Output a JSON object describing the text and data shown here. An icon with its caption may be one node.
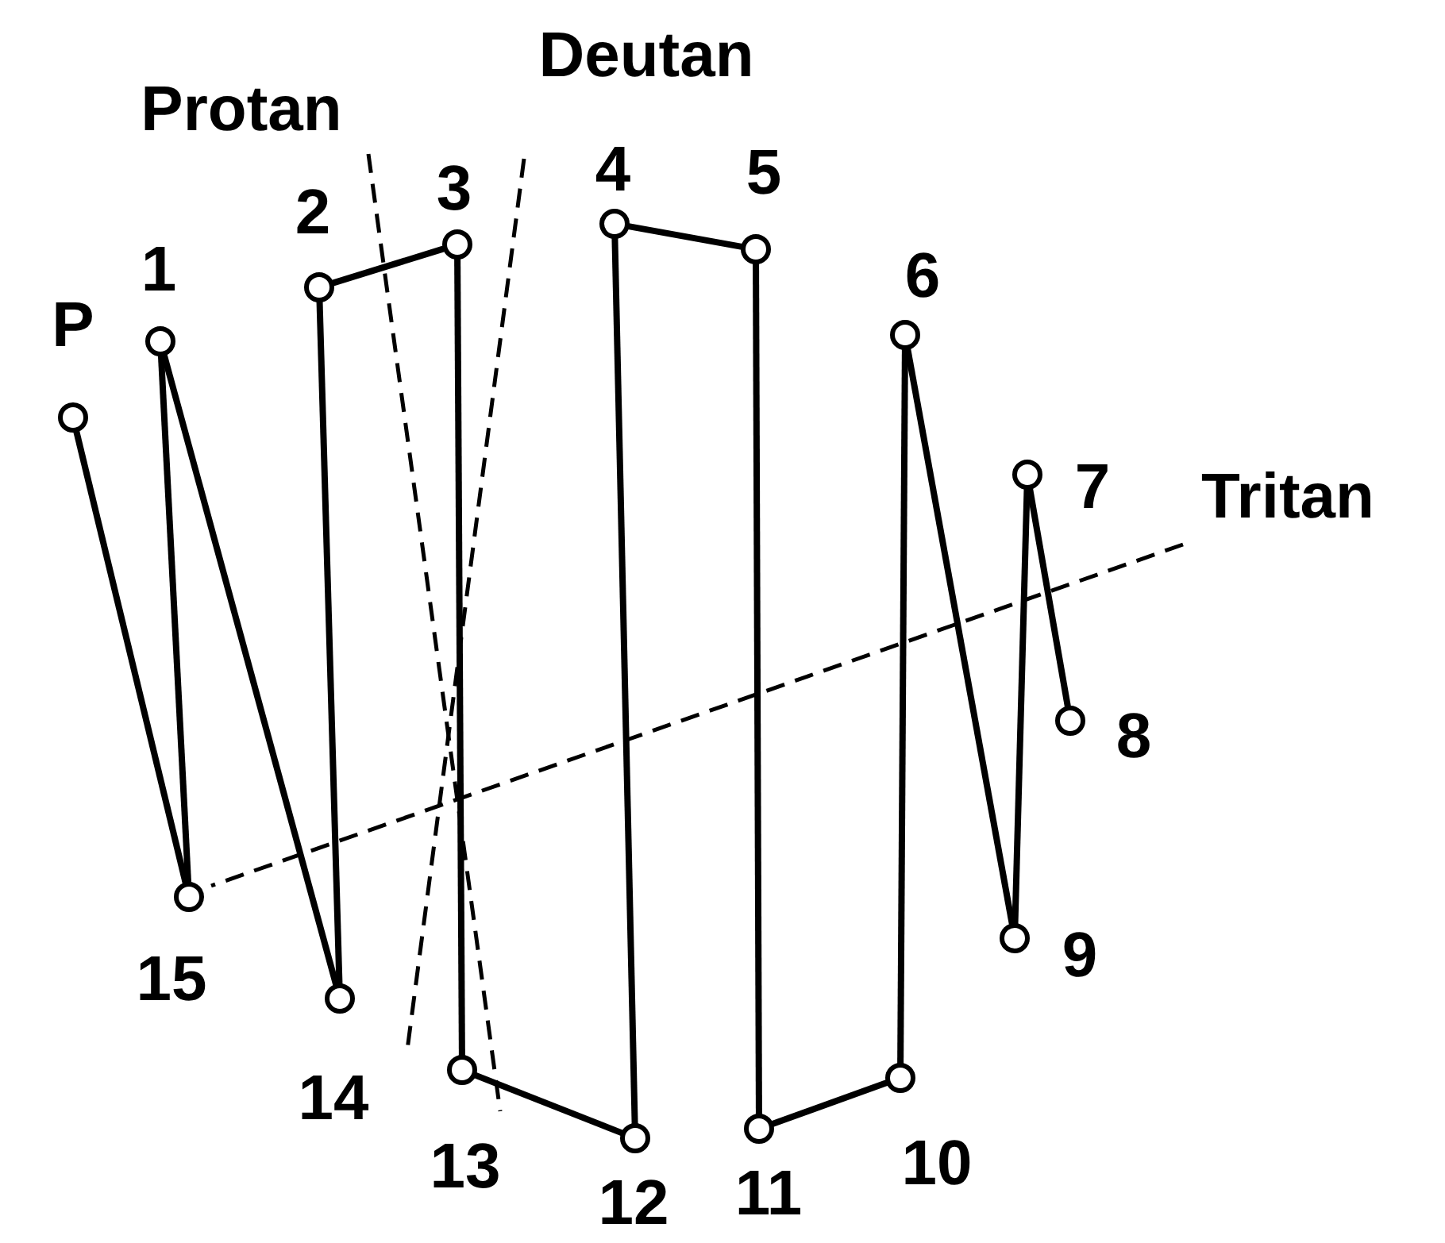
{
  "diagram": {
    "nodes": [
      {
        "text": [],
        "shape": "circle",
        "beside": [
          "P"
        ]
      },
      {
        "text": [],
        "shape": "circle",
        "beside": [
          "1"
        ]
      },
      {
        "text": [],
        "shape": "circle",
        "beside": [
          "2"
        ]
      },
      {
        "text": [],
        "shape": "circle",
        "beside": [
          "3"
        ]
      },
      {
        "text": [],
        "shape": "circle",
        "beside": [
          "4"
        ]
      },
      {
        "text": [],
        "shape": "circle",
        "beside": [
          "5"
        ]
      },
      {
        "text": [],
        "shape": "circle",
        "beside": [
          "6"
        ]
      },
      {
        "text": [],
        "shape": "circle",
        "beside": [
          "7"
        ]
      },
      {
        "text": [],
        "shape": "circle",
        "beside": [
          "8"
        ]
      },
      {
        "text": [],
        "shape": "circle",
        "beside": [
          "9"
        ]
      },
      {
        "text": [],
        "shape": "circle",
        "beside": [
          "10"
        ]
      },
      {
        "text": [],
        "shape": "circle",
        "beside": [
          "11"
        ]
      },
      {
        "text": [],
        "shape": "circle",
        "beside": [
          "12"
        ]
      },
      {
        "text": [],
        "shape": "circle",
        "beside": [
          "13"
        ]
      },
      {
        "text": [],
        "shape": "circle",
        "beside": [
          "14"
        ]
      },
      {
        "text": [],
        "shape": "circle",
        "beside": [
          "15"
        ]
      }
    ],
    "edges": [
      {
        "from": 0,
        "to": 15,
        "arrow": "none"
      },
      {
        "from": 15,
        "to": 1,
        "arrow": "none"
      },
      {
        "from": 1,
        "to": 14,
        "arrow": "none"
      },
      {
        "from": 14,
        "to": 2,
        "arrow": "none"
      },
      {
        "from": 2,
        "to": 3,
        "arrow": "none"
      },
      {
        "from": 3,
        "to": 13,
        "arrow": "none"
      },
      {
        "from": 13,
        "to": 12,
        "arrow": "none"
      },
      {
        "from": 12,
        "to": 4,
        "arrow": "none"
      },
      {
        "from": 4,
        "to": 5,
        "arrow": "none"
      },
      {
        "from": 5,
        "to": 11,
        "arrow": "none"
      },
      {
        "from": 11,
        "to": 10,
        "arrow": "none"
      },
      {
        "from": 10,
        "to": 6,
        "arrow": "none"
      },
      {
        "from": 6,
        "to": 9,
        "arrow": "none"
      },
      {
        "from": 9,
        "to": 7,
        "arrow": "none"
      },
      {
        "from": 7,
        "to": 8,
        "arrow": "none"
      }
    ],
    "labels": [
      "Deutan",
      "Protan",
      "Tritan"
    ]
  }
}
